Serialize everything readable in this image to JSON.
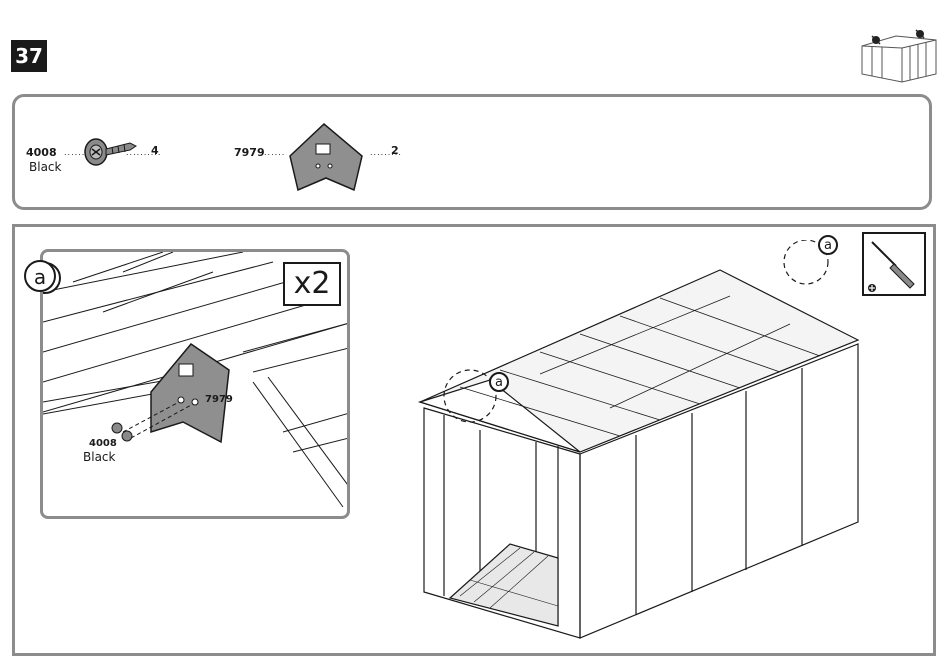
{
  "step": {
    "number": "37"
  },
  "parts": [
    {
      "part_number": "4008",
      "color": "Black",
      "quantity": "4"
    },
    {
      "part_number": "7979",
      "quantity": "2"
    }
  ],
  "detail": {
    "callout_letter": "a",
    "multiplier": "x2",
    "part_label": "7979",
    "screw_part": "4008",
    "screw_color": "Black"
  },
  "main": {
    "callout_letter_1": "a",
    "callout_letter_2": "a"
  },
  "icons": [
    "screw-icon",
    "gable-cap-icon",
    "screwdriver-icon",
    "shed-thumbnail-icon"
  ]
}
